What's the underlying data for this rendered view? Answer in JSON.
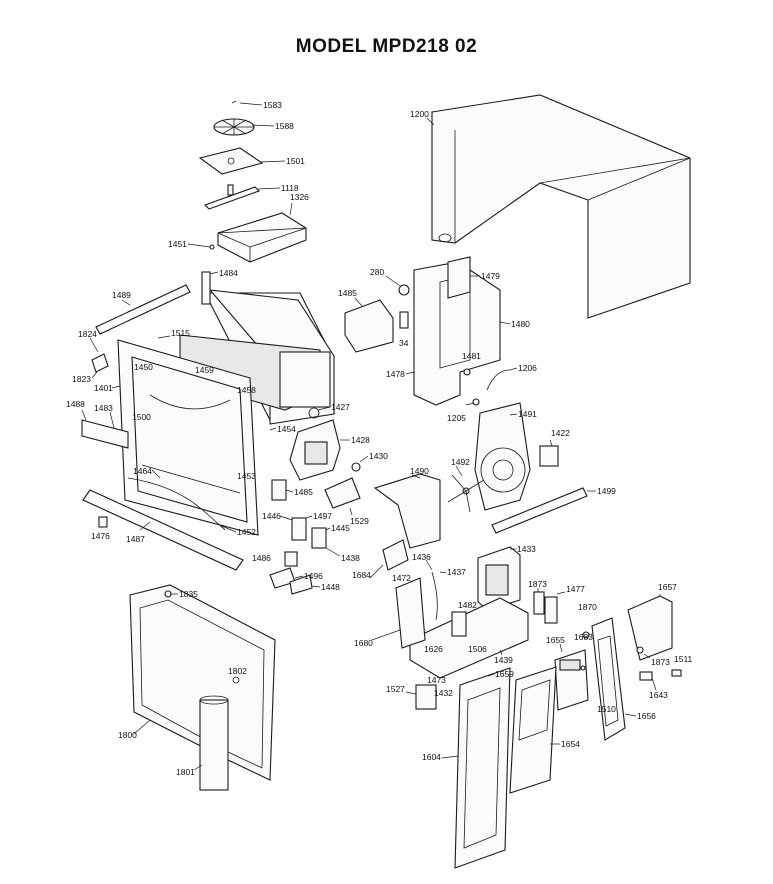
{
  "title": "MODEL MPD218  02",
  "parts": [
    {
      "id": "p1583",
      "label": "1583"
    },
    {
      "id": "p1588",
      "label": "1588"
    },
    {
      "id": "p1501",
      "label": "1501"
    },
    {
      "id": "p1118",
      "label": "1118"
    },
    {
      "id": "p1326",
      "label": "1326"
    },
    {
      "id": "p1451",
      "label": "1451"
    },
    {
      "id": "p1200",
      "label": "1200"
    },
    {
      "id": "p1484",
      "label": "1484"
    },
    {
      "id": "p1489",
      "label": "1489"
    },
    {
      "id": "p1824",
      "label": "1824"
    },
    {
      "id": "p1515",
      "label": "1515"
    },
    {
      "id": "p1823",
      "label": "1823"
    },
    {
      "id": "p1450",
      "label": "1450"
    },
    {
      "id": "p1459",
      "label": "1459"
    },
    {
      "id": "p1401",
      "label": "1401"
    },
    {
      "id": "p1458",
      "label": "1458"
    },
    {
      "id": "p1488",
      "label": "1488"
    },
    {
      "id": "p1483",
      "label": "1483"
    },
    {
      "id": "p1500",
      "label": "1500"
    },
    {
      "id": "p1427",
      "label": "1427"
    },
    {
      "id": "p1454",
      "label": "1454"
    },
    {
      "id": "p1428",
      "label": "1428"
    },
    {
      "id": "p1430",
      "label": "1430"
    },
    {
      "id": "p1453",
      "label": "1453"
    },
    {
      "id": "p1464",
      "label": "1464"
    },
    {
      "id": "p1485",
      "label": "1485"
    },
    {
      "id": "p1446",
      "label": "1446"
    },
    {
      "id": "p1497",
      "label": "1497"
    },
    {
      "id": "p1445",
      "label": "1445"
    },
    {
      "id": "p1476",
      "label": "1476"
    },
    {
      "id": "p1487",
      "label": "1487"
    },
    {
      "id": "p1452",
      "label": "1452"
    },
    {
      "id": "p1486",
      "label": "1486"
    },
    {
      "id": "p1438",
      "label": "1438"
    },
    {
      "id": "p1496",
      "label": "1496"
    },
    {
      "id": "p1448",
      "label": "1448"
    },
    {
      "id": "p1529",
      "label": "1529"
    },
    {
      "id": "p280",
      "label": "280"
    },
    {
      "id": "p1479",
      "label": "1479"
    },
    {
      "id": "p1485b",
      "label": "1485"
    },
    {
      "id": "p1480",
      "label": "1480"
    },
    {
      "id": "p34",
      "label": "34"
    },
    {
      "id": "p1481",
      "label": "1481"
    },
    {
      "id": "p1478",
      "label": "1478"
    },
    {
      "id": "p1206",
      "label": "1206"
    },
    {
      "id": "p1205",
      "label": "1205"
    },
    {
      "id": "p1491",
      "label": "1491"
    },
    {
      "id": "p1422",
      "label": "1422"
    },
    {
      "id": "p1490",
      "label": "1490"
    },
    {
      "id": "p1492",
      "label": "1492"
    },
    {
      "id": "p1499",
      "label": "1499"
    },
    {
      "id": "p1436",
      "label": "1436"
    },
    {
      "id": "p1433",
      "label": "1433"
    },
    {
      "id": "p1684",
      "label": "1684"
    },
    {
      "id": "p1472",
      "label": "1472"
    },
    {
      "id": "p1437",
      "label": "1437"
    },
    {
      "id": "p1873",
      "label": "1873"
    },
    {
      "id": "p1477",
      "label": "1477"
    },
    {
      "id": "p1657",
      "label": "1657"
    },
    {
      "id": "p1680",
      "label": "1680"
    },
    {
      "id": "p1482",
      "label": "1482"
    },
    {
      "id": "p1870",
      "label": "1870"
    },
    {
      "id": "p1626",
      "label": "1626"
    },
    {
      "id": "p1506",
      "label": "1506"
    },
    {
      "id": "p1439",
      "label": "1439"
    },
    {
      "id": "p1655",
      "label": "1655"
    },
    {
      "id": "p1683",
      "label": "1683"
    },
    {
      "id": "p1873b",
      "label": "1873"
    },
    {
      "id": "p1511",
      "label": "1511"
    },
    {
      "id": "p1473",
      "label": "1473"
    },
    {
      "id": "p1659",
      "label": "1659"
    },
    {
      "id": "p1643",
      "label": "1643"
    },
    {
      "id": "p1527",
      "label": "1527"
    },
    {
      "id": "p1432",
      "label": "1432"
    },
    {
      "id": "p1510",
      "label": "1510"
    },
    {
      "id": "p1656",
      "label": "1656"
    },
    {
      "id": "p1835",
      "label": "1835"
    },
    {
      "id": "p1802",
      "label": "1802"
    },
    {
      "id": "p1654",
      "label": "1654"
    },
    {
      "id": "p1604",
      "label": "1604"
    },
    {
      "id": "p1800",
      "label": "1800"
    },
    {
      "id": "p1801",
      "label": "1801"
    }
  ]
}
